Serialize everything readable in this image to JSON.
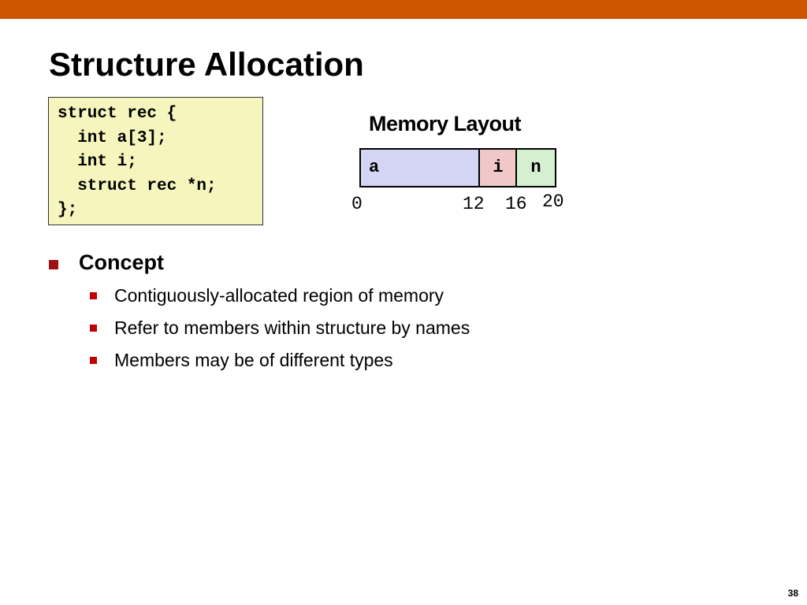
{
  "title": "Structure Allocation",
  "code": {
    "lines": [
      "struct rec {",
      "  int a[3];",
      "  int i;",
      "  struct rec *n;",
      "};"
    ]
  },
  "memory_layout": {
    "title": "Memory Layout",
    "fields": [
      {
        "label": "a",
        "start": 0,
        "end": 12,
        "color": "#d4d4f5"
      },
      {
        "label": "i",
        "start": 12,
        "end": 16,
        "color": "#f0c8c8"
      },
      {
        "label": "n",
        "start": 16,
        "end": 20,
        "color": "#d4f0d0"
      }
    ],
    "offsets": [
      "0",
      "12",
      "16",
      "20"
    ]
  },
  "concept": {
    "label": "Concept",
    "items": [
      "Contiguously-allocated region of memory",
      "Refer to members within structure by names",
      "Members may be of different types"
    ]
  },
  "page_number": "38",
  "colors": {
    "accent_bar": "#cc5500",
    "bullet": "#a01010",
    "code_background": "#f5f5bd"
  }
}
